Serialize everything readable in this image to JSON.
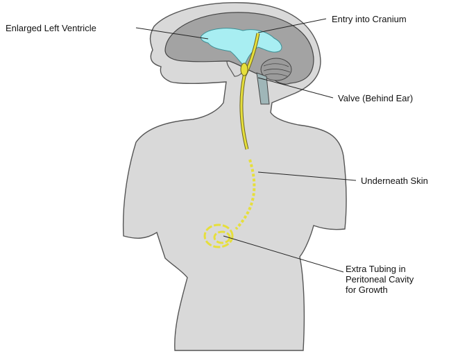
{
  "diagram": {
    "labels": {
      "ventricle": "Enlarged Left Ventricle",
      "cranium": "Entry into Cranium",
      "valve": "Valve (Behind Ear)",
      "skin": "Underneath Skin",
      "tubing_line1": "Extra Tubing in",
      "tubing_line2": "Peritoneal Cavity",
      "tubing_line3": "for Growth"
    },
    "colors": {
      "body_fill": "#d9d9d9",
      "outline": "#555555",
      "brain_fill": "#a3a3a3",
      "ventricle_fill": "#a8eef2",
      "tube": "#e6df3c",
      "tube_outline": "#6b6420",
      "leader_line": "#222222"
    }
  }
}
